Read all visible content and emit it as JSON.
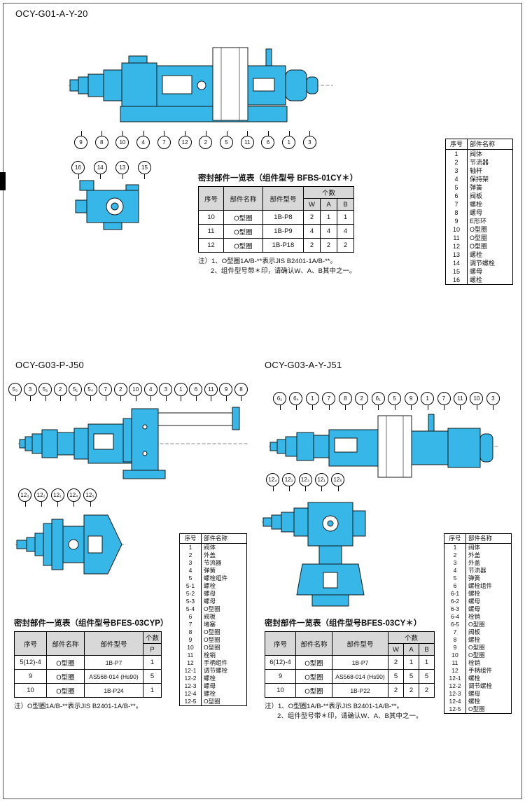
{
  "colors": {
    "diagram_fill": "#36b7e8",
    "diagram_stroke": "#15181a",
    "table_header_bg": "#d8d8d8",
    "page_border": "#555555"
  },
  "g01": {
    "title": "OCY-G01-A-Y-20",
    "callouts_main": [
      "9",
      "8",
      "10",
      "4",
      "7",
      "12",
      "2",
      "5",
      "11",
      "6",
      "1",
      "3"
    ],
    "callouts_sub": [
      "16",
      "14",
      "13",
      "15"
    ],
    "seal_table": {
      "title": "密封部件一览表（组件型号 BFBS-01CY＊）",
      "headers": {
        "no": "序号",
        "name": "部件名称",
        "model": "部件型号",
        "qty": "个数",
        "w": "W",
        "a": "A",
        "b": "B"
      },
      "rows": [
        {
          "no": "10",
          "name": "O型圈",
          "model": "1B-P8",
          "w": "2",
          "a": "1",
          "b": "1"
        },
        {
          "no": "11",
          "name": "O型圈",
          "model": "1B-P9",
          "w": "4",
          "a": "4",
          "b": "4"
        },
        {
          "no": "12",
          "name": "O型圈",
          "model": "1B-P18",
          "w": "2",
          "a": "2",
          "b": "2"
        }
      ],
      "notes": [
        "注）1、O型圈1A/B-**表示JIS B2401-1A/B-**。",
        "2、组件型号带＊印，请确认W、A、B其中之一。"
      ]
    },
    "parts_list": {
      "headers": {
        "no": "序号",
        "name": "部件名称"
      },
      "rows": [
        {
          "no": "1",
          "name": "阀体"
        },
        {
          "no": "2",
          "name": "节流器"
        },
        {
          "no": "3",
          "name": "轴杆"
        },
        {
          "no": "4",
          "name": "保持架"
        },
        {
          "no": "5",
          "name": "弹簧"
        },
        {
          "no": "6",
          "name": "阀板"
        },
        {
          "no": "7",
          "name": "螺栓"
        },
        {
          "no": "8",
          "name": "螺母"
        },
        {
          "no": "9",
          "name": "E形环"
        },
        {
          "no": "10",
          "name": "O型圈"
        },
        {
          "no": "11",
          "name": "O型圈"
        },
        {
          "no": "12",
          "name": "O型圈"
        },
        {
          "no": "13",
          "name": "螺栓"
        },
        {
          "no": "14",
          "name": "调节螺栓"
        },
        {
          "no": "15",
          "name": "螺母"
        },
        {
          "no": "16",
          "name": "螺栓"
        }
      ]
    }
  },
  "j50": {
    "title": "OCY-G03-P-J50",
    "callouts_main": [
      "5₃",
      "3",
      "5₂",
      "2",
      "5₁",
      "5₄",
      "7",
      "2",
      "10",
      "4",
      "3",
      "1",
      "6",
      "11",
      "9",
      "8"
    ],
    "callouts_sub": [
      "12₃",
      "12₂",
      "12₁",
      "12₄",
      "12₅"
    ],
    "seal_table": {
      "title": "密封部件一览表（组件型号BFES-03CYP）",
      "headers": {
        "no": "序号",
        "name": "部件名称",
        "model": "部件型号",
        "qty": "个数",
        "p": "P"
      },
      "rows": [
        {
          "no": "5(12)-4",
          "name": "O型圈",
          "model": "1B-P7",
          "p": "1"
        },
        {
          "no": "9",
          "name": "O型圈",
          "model": "AS568-014 (Hs90)",
          "p": "5"
        },
        {
          "no": "10",
          "name": "O型圈",
          "model": "1B-P24",
          "p": "1"
        }
      ],
      "notes": [
        "注）O型圈1A/B-**表示JIS B2401-1A/B-**。"
      ]
    },
    "parts_list": {
      "headers": {
        "no": "序号",
        "name": "部件名称"
      },
      "rows": [
        {
          "no": "1",
          "name": "阀体"
        },
        {
          "no": "2",
          "name": "外盖"
        },
        {
          "no": "3",
          "name": "节流器"
        },
        {
          "no": "4",
          "name": "弹簧"
        },
        {
          "no": "5",
          "name": "螺栓组件"
        },
        {
          "no": "5-1",
          "name": "螺栓"
        },
        {
          "no": "5-2",
          "name": "螺母"
        },
        {
          "no": "5-3",
          "name": "螺母"
        },
        {
          "no": "5-4",
          "name": "O型圈"
        },
        {
          "no": "6",
          "name": "阀板"
        },
        {
          "no": "7",
          "name": "堵塞"
        },
        {
          "no": "8",
          "name": "O型圈"
        },
        {
          "no": "9",
          "name": "O型圈"
        },
        {
          "no": "10",
          "name": "O型圈"
        },
        {
          "no": "11",
          "name": "栓销"
        },
        {
          "no": "12",
          "name": "手柄组件"
        },
        {
          "no": "12-1",
          "name": "调节螺栓"
        },
        {
          "no": "12-2",
          "name": "螺栓"
        },
        {
          "no": "12-3",
          "name": "螺母"
        },
        {
          "no": "12-4",
          "name": "螺栓"
        },
        {
          "no": "12-5",
          "name": "O型圈"
        }
      ]
    }
  },
  "j51": {
    "title": "OCY-G03-A-Y-J51",
    "callouts_main": [
      "6₂",
      "6₄",
      "1",
      "7",
      "8",
      "2",
      "6₁",
      "5",
      "9",
      "1",
      "7",
      "11",
      "10",
      "3"
    ],
    "callouts_sub": [
      "12₄",
      "12₂",
      "12₃",
      "12₁",
      "12₅"
    ],
    "seal_table": {
      "title": "密封部件一览表（组件型号BFES-03CY＊）",
      "headers": {
        "no": "序号",
        "name": "部件名称",
        "model": "部件型号",
        "qty": "个数",
        "w": "W",
        "a": "A",
        "b": "B"
      },
      "rows": [
        {
          "no": "6(12)-4",
          "name": "O型圈",
          "model": "1B-P7",
          "w": "2",
          "a": "1",
          "b": "1"
        },
        {
          "no": "9",
          "name": "O型圈",
          "model": "AS568-014 (Hs90)",
          "w": "5",
          "a": "5",
          "b": "5"
        },
        {
          "no": "10",
          "name": "O型圈",
          "model": "1B-P22",
          "w": "2",
          "a": "2",
          "b": "2"
        }
      ],
      "notes": [
        "注）1、O型圈1A/B-**表示JIS B2401-1A/B-**。",
        "2、组件型号带＊印，请确认W、A、B其中之一。"
      ]
    },
    "parts_list": {
      "headers": {
        "no": "序号",
        "name": "部件名称"
      },
      "rows": [
        {
          "no": "1",
          "name": "阀体"
        },
        {
          "no": "2",
          "name": "外盖"
        },
        {
          "no": "3",
          "name": "外盖"
        },
        {
          "no": "4",
          "name": "节流器"
        },
        {
          "no": "5",
          "name": "弹簧"
        },
        {
          "no": "6",
          "name": "螺栓组件"
        },
        {
          "no": "6-1",
          "name": "螺栓"
        },
        {
          "no": "6-2",
          "name": "螺母"
        },
        {
          "no": "6-3",
          "name": "螺母"
        },
        {
          "no": "6-4",
          "name": "栓销"
        },
        {
          "no": "6-5",
          "name": "O型圈"
        },
        {
          "no": "7",
          "name": "阀板"
        },
        {
          "no": "8",
          "name": "螺栓"
        },
        {
          "no": "9",
          "name": "O型圈"
        },
        {
          "no": "10",
          "name": "O型圈"
        },
        {
          "no": "11",
          "name": "栓销"
        },
        {
          "no": "12",
          "name": "手柄组件"
        },
        {
          "no": "12-1",
          "name": "螺栓"
        },
        {
          "no": "12-2",
          "name": "调节螺栓"
        },
        {
          "no": "12-3",
          "name": "螺母"
        },
        {
          "no": "12-4",
          "name": "螺栓"
        },
        {
          "no": "12-5",
          "name": "O型圈"
        }
      ]
    }
  }
}
